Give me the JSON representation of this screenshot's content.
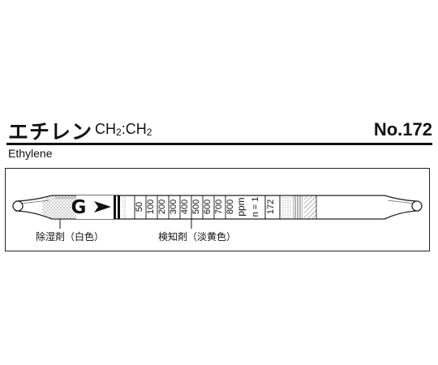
{
  "header": {
    "title_jp": "エチレン",
    "formula": {
      "parts": [
        "CH",
        "2",
        ":CH",
        "2"
      ]
    },
    "product_no": "No.172",
    "title_en": "Ethylene"
  },
  "tube": {
    "logo_letter": "G",
    "scale_labels": [
      "50",
      "100",
      "200",
      "300",
      "400",
      "500",
      "600",
      "700",
      "800"
    ],
    "unit_label": "ppm",
    "n_label": "n = 1",
    "tube_number": "172"
  },
  "callouts": {
    "desiccant": "除湿剤（白色）",
    "detecting_reagent": "検知剤（淡黄色）"
  }
}
